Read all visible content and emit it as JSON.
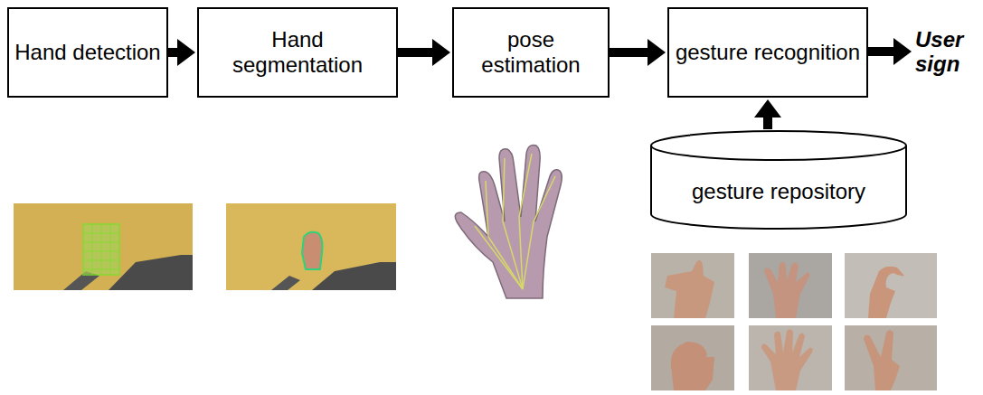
{
  "diagram": {
    "nodes": [
      {
        "text": [
          "Hand detection"
        ]
      },
      {
        "text": [
          "Hand segmentation"
        ]
      },
      {
        "text": [
          "pose estimation"
        ]
      },
      {
        "text": [
          "gesture recognition"
        ]
      },
      {
        "text": [
          "gesture repository"
        ]
      }
    ],
    "edges": [
      {
        "from": 0,
        "to": 1,
        "arrow": "to"
      },
      {
        "from": 1,
        "to": 2,
        "arrow": "to"
      },
      {
        "from": 2,
        "to": 3,
        "arrow": "to"
      },
      {
        "from": 4,
        "to": 3,
        "arrow": "to"
      }
    ],
    "labels": [
      "User sign"
    ]
  }
}
